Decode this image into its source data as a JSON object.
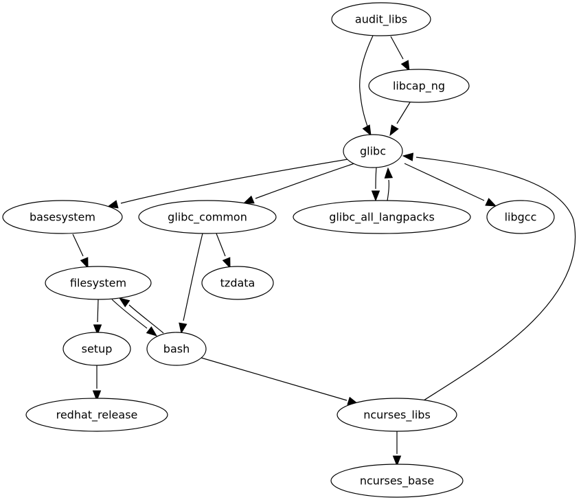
{
  "diagram": {
    "type": "directed-graph",
    "nodes": [
      {
        "id": "audit_libs",
        "label": "audit_libs"
      },
      {
        "id": "libcap_ng",
        "label": "libcap_ng"
      },
      {
        "id": "glibc",
        "label": "glibc"
      },
      {
        "id": "basesystem",
        "label": "basesystem"
      },
      {
        "id": "glibc_common",
        "label": "glibc_common"
      },
      {
        "id": "glibc_all_langpacks",
        "label": "glibc_all_langpacks"
      },
      {
        "id": "libgcc",
        "label": "libgcc"
      },
      {
        "id": "filesystem",
        "label": "filesystem"
      },
      {
        "id": "tzdata",
        "label": "tzdata"
      },
      {
        "id": "setup",
        "label": "setup"
      },
      {
        "id": "bash",
        "label": "bash"
      },
      {
        "id": "redhat_release",
        "label": "redhat_release"
      },
      {
        "id": "ncurses_libs",
        "label": "ncurses_libs"
      },
      {
        "id": "ncurses_base",
        "label": "ncurses_base"
      }
    ],
    "edges": [
      {
        "from": "audit_libs",
        "to": "libcap_ng"
      },
      {
        "from": "audit_libs",
        "to": "glibc"
      },
      {
        "from": "libcap_ng",
        "to": "glibc"
      },
      {
        "from": "glibc",
        "to": "basesystem"
      },
      {
        "from": "glibc",
        "to": "glibc_common"
      },
      {
        "from": "glibc",
        "to": "glibc_all_langpacks"
      },
      {
        "from": "glibc_all_langpacks",
        "to": "glibc"
      },
      {
        "from": "glibc",
        "to": "libgcc"
      },
      {
        "from": "basesystem",
        "to": "filesystem"
      },
      {
        "from": "glibc_common",
        "to": "tzdata"
      },
      {
        "from": "glibc_common",
        "to": "bash"
      },
      {
        "from": "filesystem",
        "to": "setup"
      },
      {
        "from": "filesystem",
        "to": "bash"
      },
      {
        "from": "bash",
        "to": "filesystem"
      },
      {
        "from": "setup",
        "to": "redhat_release"
      },
      {
        "from": "bash",
        "to": "ncurses_libs"
      },
      {
        "from": "ncurses_libs",
        "to": "glibc"
      },
      {
        "from": "ncurses_libs",
        "to": "ncurses_base"
      }
    ]
  }
}
